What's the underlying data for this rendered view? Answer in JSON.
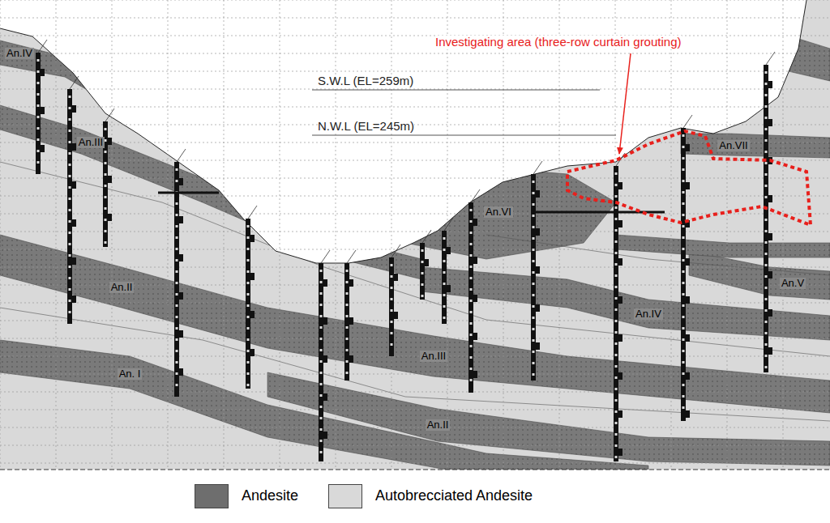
{
  "diagram": {
    "labels": [
      "Investigating area (three-row curtain grouting)",
      "S.W.L (EL=259m)",
      "N.W.L (EL=245m)",
      "An.IV",
      "An.III",
      "An.II",
      "An. I",
      "An.VI",
      "An.VII",
      "An.III",
      "An.IV",
      "An.V",
      "An.II"
    ],
    "legend": [
      {
        "text": "Andesite",
        "color": "#6e6e6e"
      },
      {
        "text": "Autobrecciated Andesite",
        "color": "#d9d9d9"
      }
    ]
  }
}
